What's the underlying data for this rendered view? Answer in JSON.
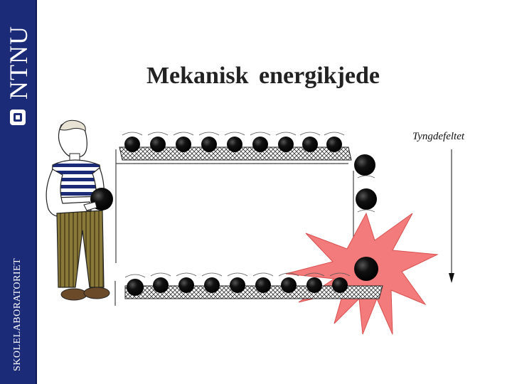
{
  "sidebar": {
    "logo_text": "NTNU",
    "vertical_label": "SKOLELABORATORIET",
    "background_color": "#1c2b78"
  },
  "slide": {
    "title": "Mekanisk energikjede"
  },
  "diagram": {
    "field_label": "Tyngdefeltet",
    "burst_color": "#f47b7b"
  }
}
